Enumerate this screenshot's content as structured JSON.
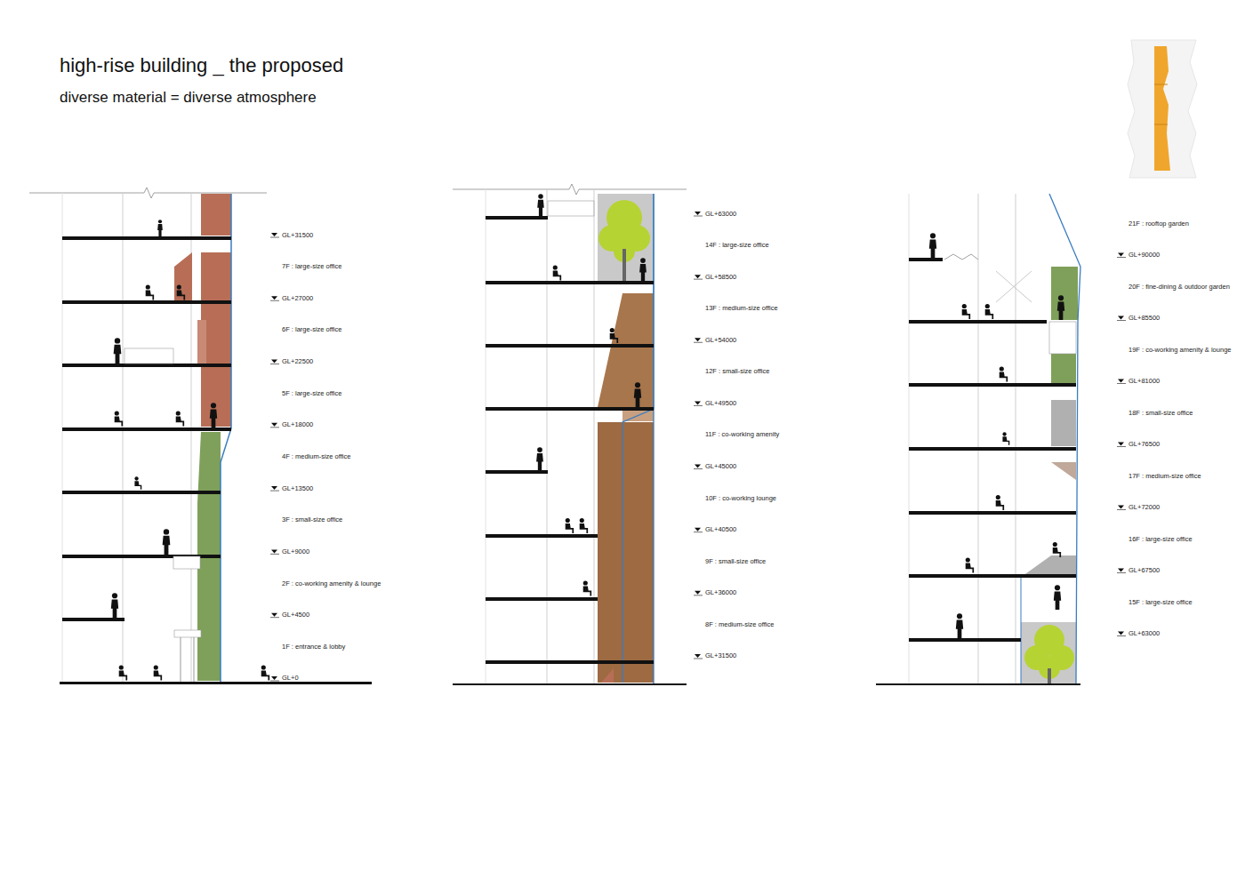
{
  "diagram": {
    "title": "high-rise building _ the proposed",
    "labels": [
      "diverse material = diverse atmosphere",
      "GL+31500",
      "7F : large-size office",
      "GL+27000",
      "6F : large-size office",
      "GL+22500",
      "5F : large-size office",
      "GL+18000",
      "4F : medium-size office",
      "GL+13500",
      "3F : small-size office",
      "GL+9000",
      "2F : co-working amenity & lounge",
      "GL+4500",
      "1F : entrance & lobby",
      "GL+0",
      "GL+63000",
      "14F : large-size office",
      "GL+58500",
      "13F : medium-size office",
      "GL+54000",
      "12F : small-size office",
      "GL+49500",
      "11F : co-working amenity",
      "GL+45000",
      "10F : co-working lounge",
      "GL+40500",
      "9F : small-size office",
      "GL+36000",
      "8F : medium-size office",
      "GL+31500",
      "21F : rooftop garden",
      "GL+90000",
      "20F : fine-dining & outdoor garden",
      "GL+85500",
      "19F : co-working amenity & lounge",
      "GL+81000",
      "18F : small-size office",
      "GL+76500",
      "17F : medium-size office",
      "GL+72000",
      "16F : large-size office",
      "GL+67500",
      "15F : large-size office",
      "GL+63000"
    ]
  }
}
